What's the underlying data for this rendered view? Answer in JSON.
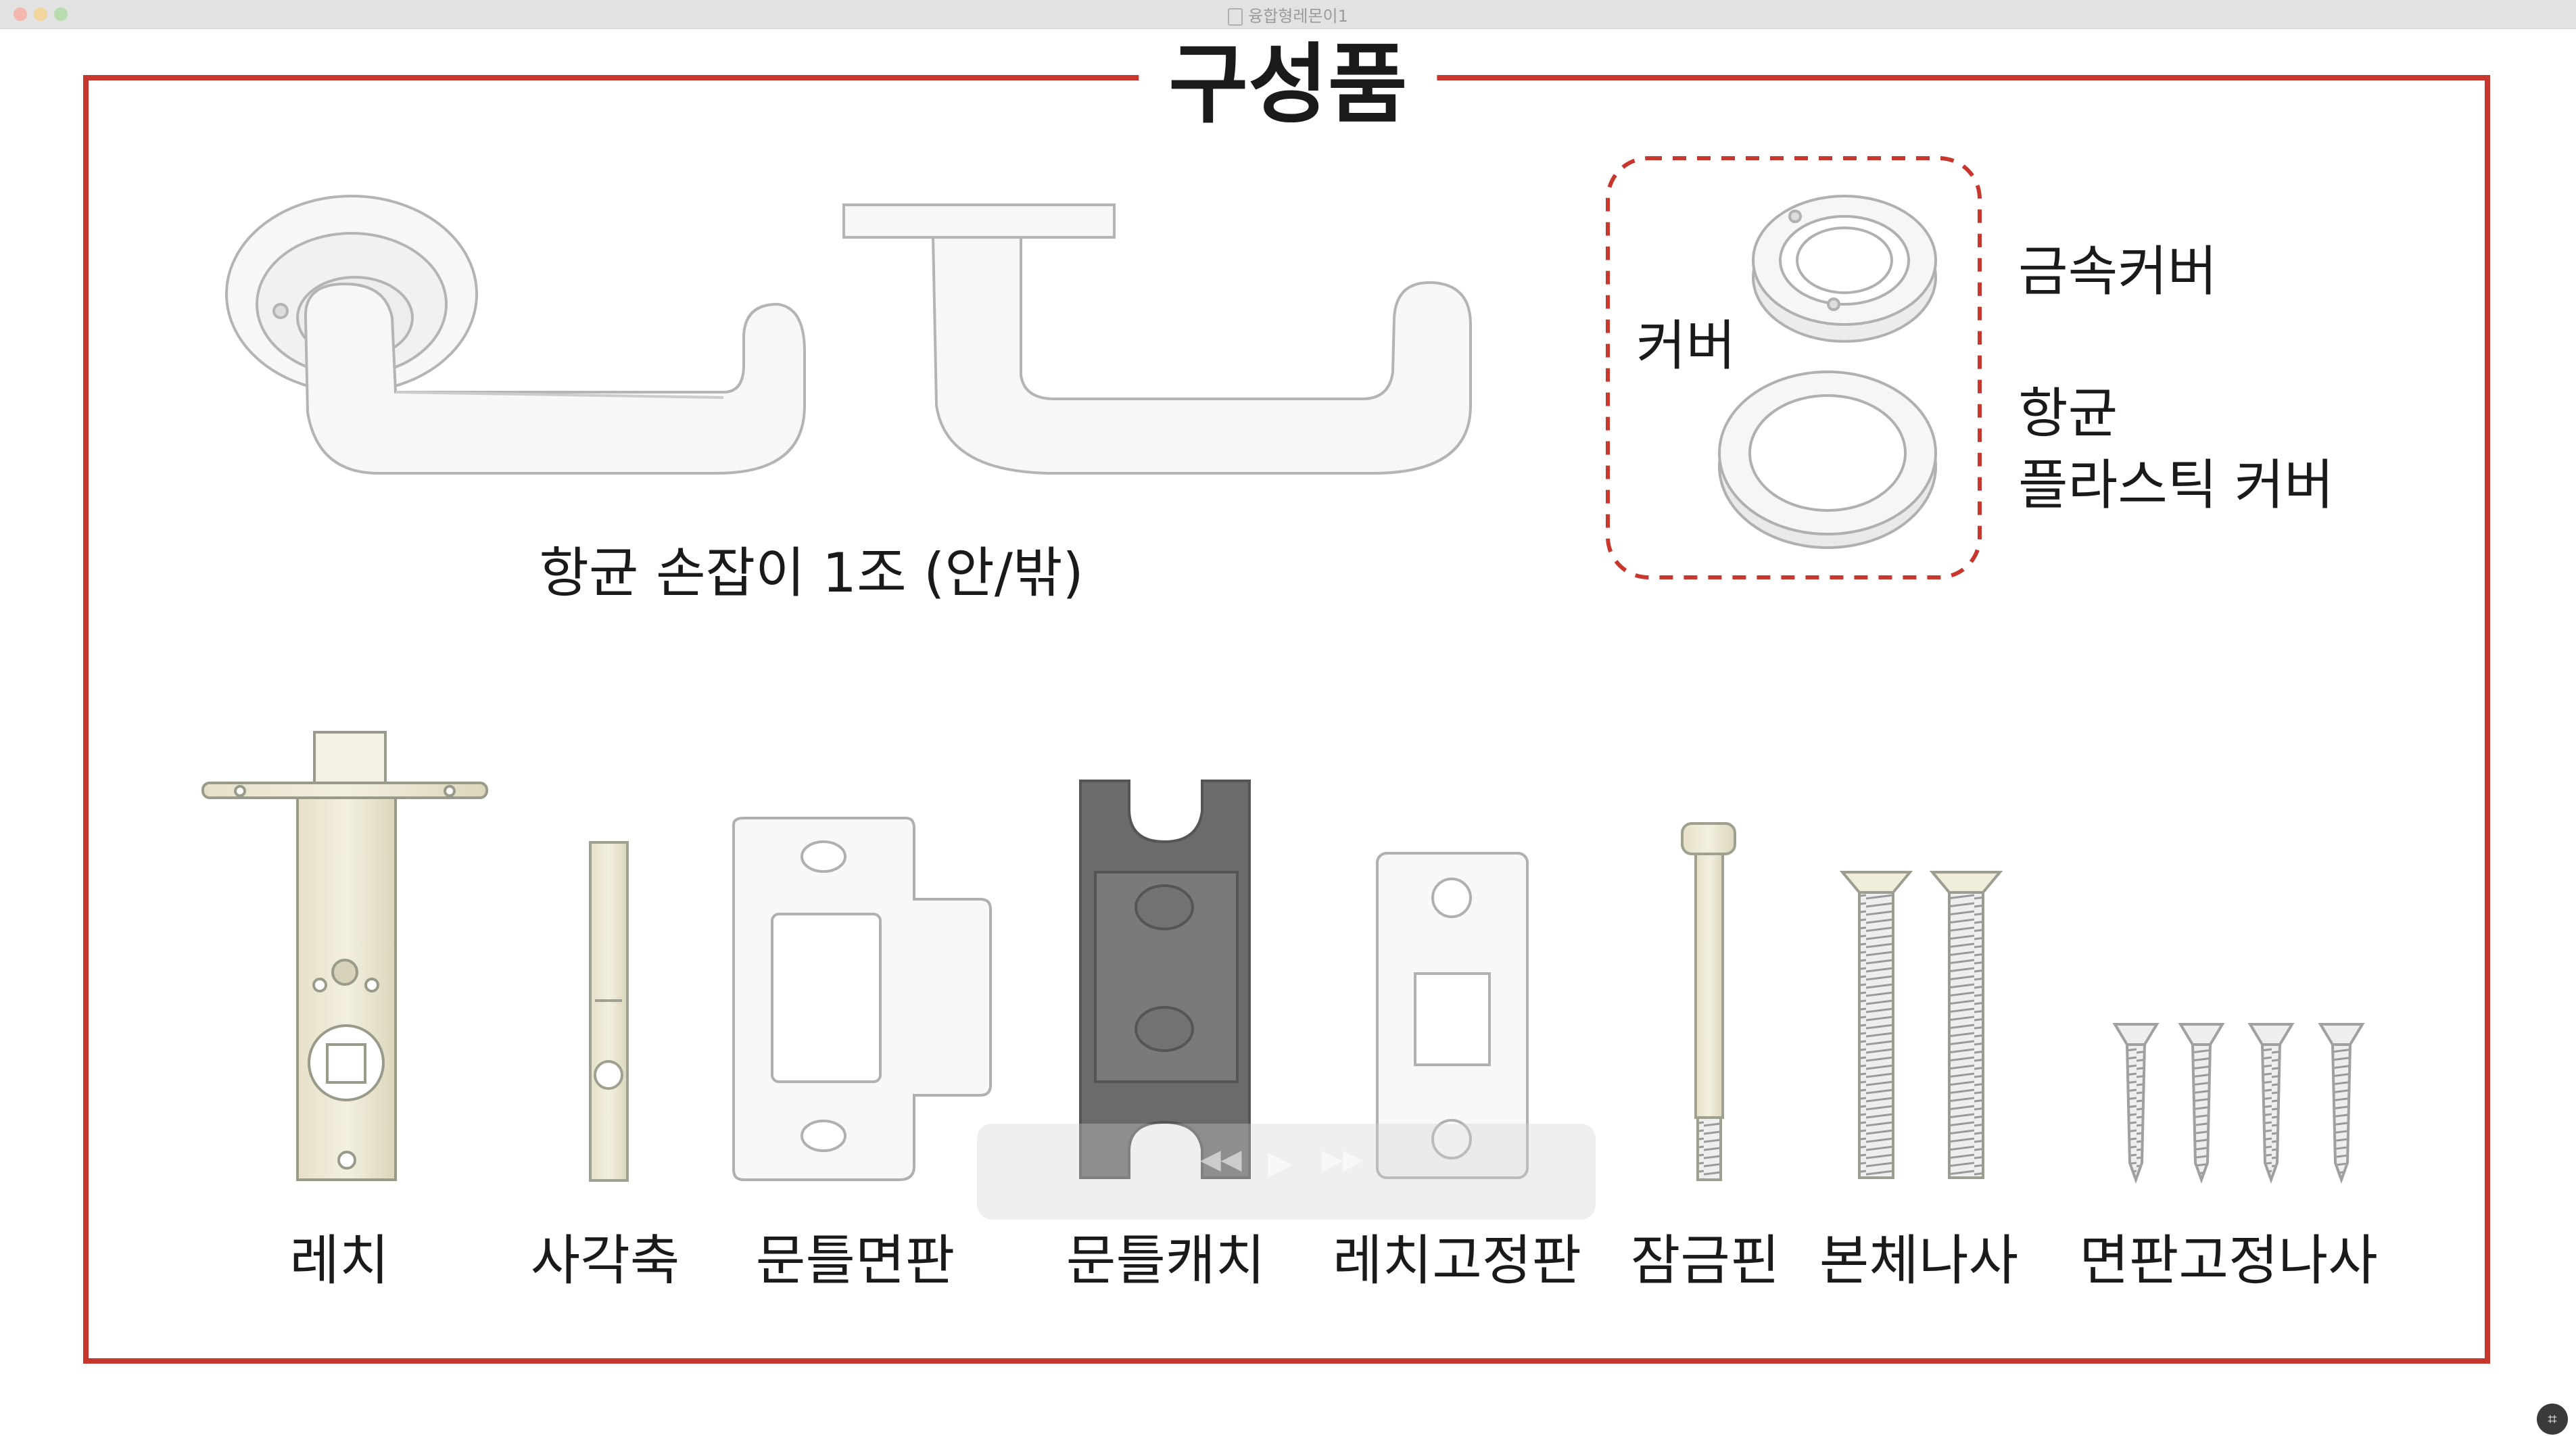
{
  "window": {
    "title": "융합형레몬이1",
    "doc_icon": "document-icon"
  },
  "slide": {
    "title": "구성품",
    "frame_color": "#c8372d",
    "handles": {
      "caption": "항균 손잡이 1조 (안/밖)"
    },
    "covers": {
      "group_label": "커버",
      "metal_cover": "금속커버",
      "plastic_cover_line1": "항균",
      "plastic_cover_line2": "플라스틱 커버",
      "outline_color": "#c8372d"
    },
    "parts": [
      "레치",
      "사각축",
      "문틀면판",
      "문틀캐치",
      "레치고정판",
      "잠금핀",
      "본체나사",
      "면판고정나사"
    ]
  },
  "player": {
    "rewind_icon": "rewind-icon",
    "play_icon": "play-icon",
    "forward_icon": "fast-forward-icon",
    "controls": [
      "◀◀",
      "▶",
      "▶▶"
    ]
  },
  "capture_button_icon": "screen-capture-icon"
}
